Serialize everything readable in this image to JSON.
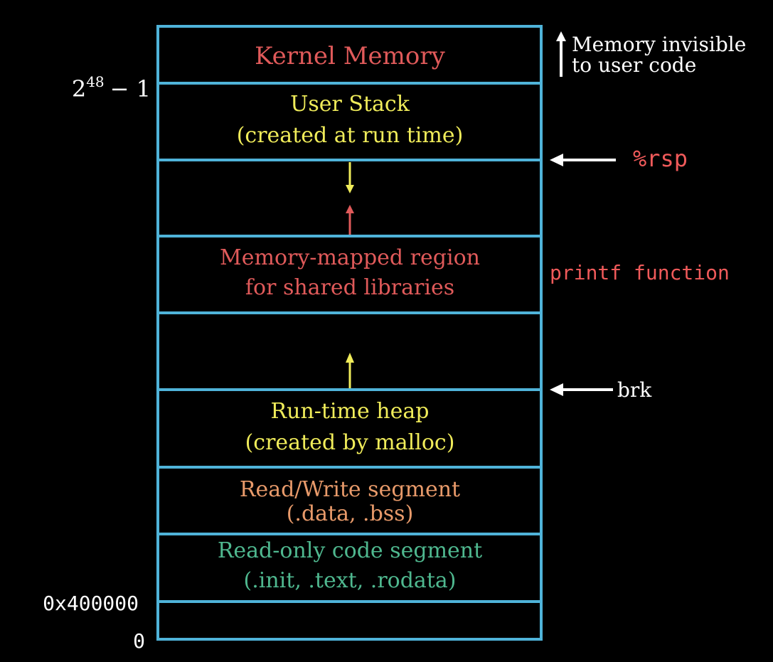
{
  "colors": {
    "background": "#000000",
    "border": "#4fb3d9",
    "kernel": "#e05a5a",
    "stack": "#f0ec5a",
    "mmap": "#e05a5a",
    "heap": "#f0ec5a",
    "rw": "#e89a6a",
    "ro": "#4fb88f",
    "label_red": "#f05a5a",
    "white": "#ffffff"
  },
  "regions": {
    "kernel": {
      "line1": "Kernel Memory"
    },
    "stack": {
      "line1": "User Stack",
      "line2": "(created at run time)"
    },
    "mmap": {
      "line1": "Memory-mapped region",
      "line2": "for shared libraries"
    },
    "heap": {
      "line1": "Run-time heap",
      "line2": "(created by malloc)"
    },
    "rw": {
      "line1": "Read/Write segment",
      "line2": "(.data, .bss)"
    },
    "ro": {
      "line1": "Read-only code segment",
      "line2": "(.init, .text, .rodata)"
    }
  },
  "addresses": {
    "top_base": "2",
    "top_exp": "48",
    "top_minus": "− 1",
    "code_start": "0x400000",
    "zero": "0"
  },
  "annotations": {
    "invisible_line1": "Memory invisible",
    "invisible_line2": "to user code",
    "rsp": "%rsp",
    "printf": "printf function",
    "brk": "brk"
  }
}
